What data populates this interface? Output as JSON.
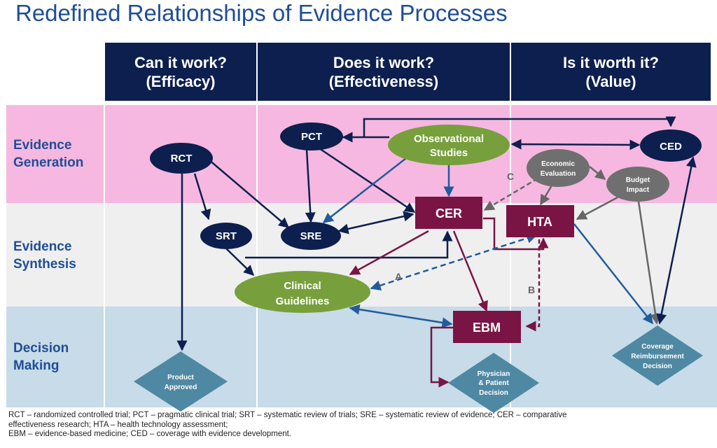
{
  "title": "Redefined Relationships of Evidence Processes",
  "columns": [
    {
      "line1": "Can it work?",
      "line2": "(Efficacy)"
    },
    {
      "line1": "Does it work?",
      "line2": "(Effectiveness)"
    },
    {
      "line1": "Is it worth it?",
      "line2": "(Value)"
    }
  ],
  "rows": [
    {
      "line1": "Evidence",
      "line2": "Generation"
    },
    {
      "line1": "Evidence",
      "line2": "Synthesis"
    },
    {
      "line1": "Decision",
      "line2": "Making"
    }
  ],
  "nodes": {
    "rct": "RCT",
    "pct": "PCT",
    "observational": [
      "Observational",
      "Studies"
    ],
    "ced": "CED",
    "economic": [
      "Economic",
      "Evaluation"
    ],
    "budget": [
      "Budget",
      "Impact"
    ],
    "srt": "SRT",
    "sre": "SRE",
    "cer": "CER",
    "hta": "HTA",
    "guidelines": [
      "Clinical",
      "Guidelines"
    ],
    "ebm": "EBM",
    "product": [
      "Product",
      "Approved"
    ],
    "physician": [
      "Physician",
      "& Patient",
      "Decision"
    ],
    "coverage": [
      "Coverage",
      "Reimbursement",
      "Decision"
    ]
  },
  "edge_labels": {
    "a": "A",
    "b": "B",
    "c": "C"
  },
  "colors": {
    "navy": "#0d1f4e",
    "title_blue": "#1f4e96",
    "pink": "#f6b8e0",
    "light_gray": "#efefef",
    "light_blue": "#c7dbe8",
    "green": "#77a03c",
    "maroon": "#7a1444",
    "gray_node": "#6f6f6f",
    "teal": "#4f88a2",
    "edge_blue": "#215b9c"
  },
  "footnote": [
    "RCT – randomized controlled trial; PCT – pragmatic clinical trial; SRT – systematic review of trials; SRE – systematic review of evidence; CER – comparative",
    "effectiveness research; HTA – health technology assessment;",
    "EBM – evidence-based medicine; CED – coverage with evidence development."
  ]
}
